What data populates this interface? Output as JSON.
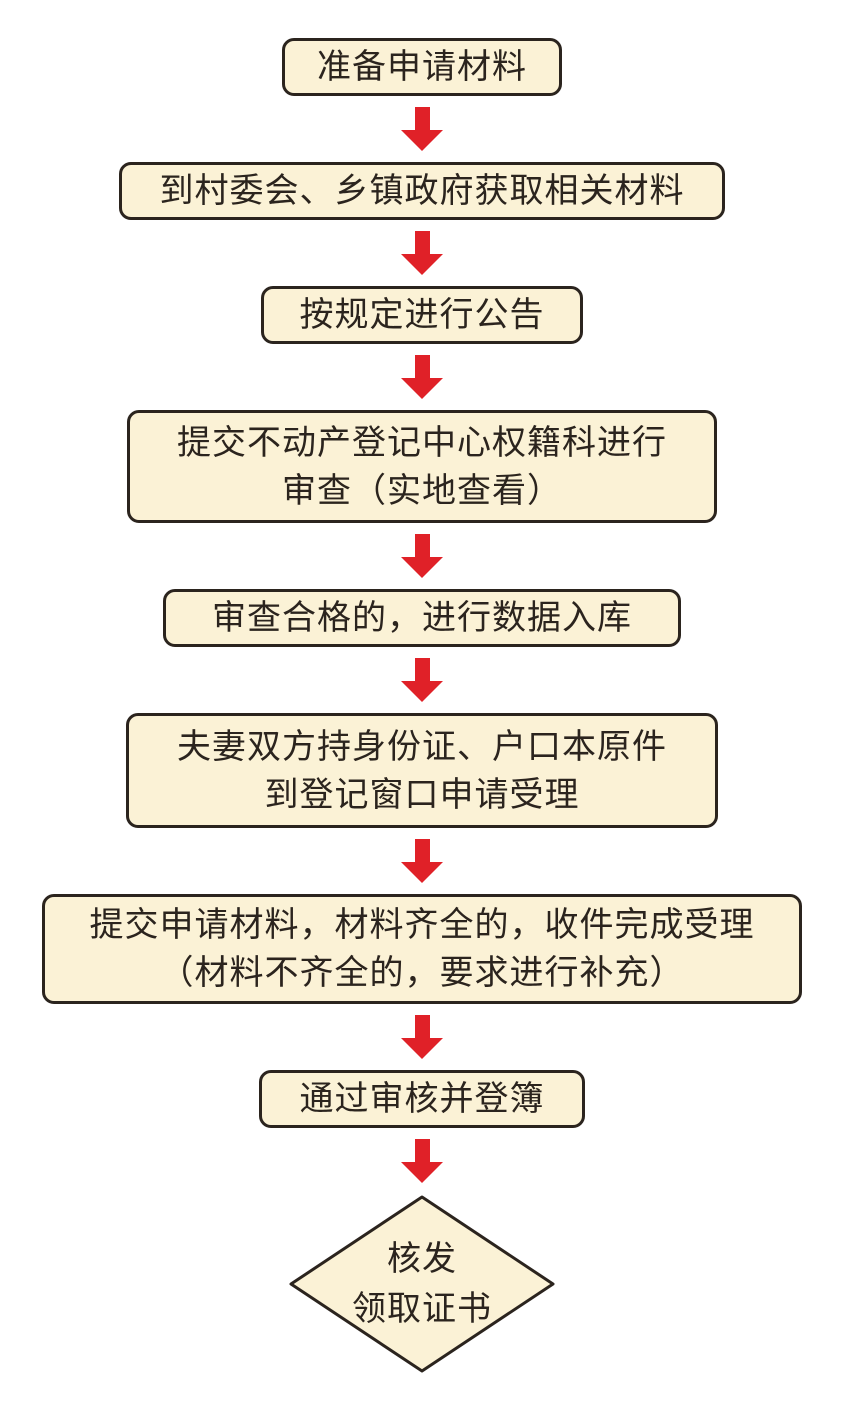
{
  "colors": {
    "background": "#ffffff",
    "box_fill": "#fbf2d6",
    "box_border": "#2b241e",
    "text": "#2b241e",
    "arrow": "#e02128"
  },
  "flow": {
    "nodes": [
      {
        "type": "box",
        "lines": [
          "准备申请材料"
        ]
      },
      {
        "type": "box",
        "lines": [
          "到村委会、乡镇政府获取相关材料"
        ]
      },
      {
        "type": "box",
        "lines": [
          "按规定进行公告"
        ]
      },
      {
        "type": "box",
        "lines": [
          "提交不动产登记中心权籍科进行",
          "审查（实地查看）"
        ]
      },
      {
        "type": "box",
        "lines": [
          "审查合格的，进行数据入库"
        ]
      },
      {
        "type": "box",
        "lines": [
          "夫妻双方持身份证、户口本原件",
          "到登记窗口申请受理"
        ]
      },
      {
        "type": "box",
        "lines": [
          "提交申请材料，材料齐全的，收件完成受理",
          "（材料不齐全的，要求进行补充）"
        ]
      },
      {
        "type": "box",
        "lines": [
          "通过审核并登簿"
        ]
      },
      {
        "type": "diamond",
        "lines": [
          "核发",
          "领取证书"
        ]
      }
    ]
  }
}
